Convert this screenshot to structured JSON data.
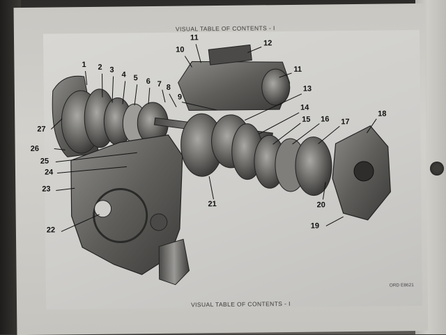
{
  "header_title": "VISUAL TABLE OF CONTENTS - I",
  "footer_title": "VISUAL TABLE OF CONTENTS - I",
  "plate_code": "ORD E8621",
  "callouts": [
    {
      "id": "1",
      "label": "1"
    },
    {
      "id": "2",
      "label": "2"
    },
    {
      "id": "3",
      "label": "3"
    },
    {
      "id": "4",
      "label": "4"
    },
    {
      "id": "5",
      "label": "5"
    },
    {
      "id": "6",
      "label": "6"
    },
    {
      "id": "7",
      "label": "7"
    },
    {
      "id": "8",
      "label": "8"
    },
    {
      "id": "9",
      "label": "9"
    },
    {
      "id": "10",
      "label": "10"
    },
    {
      "id": "11a",
      "label": "11"
    },
    {
      "id": "11b",
      "label": "11"
    },
    {
      "id": "12",
      "label": "12"
    },
    {
      "id": "13",
      "label": "13"
    },
    {
      "id": "14",
      "label": "14"
    },
    {
      "id": "15",
      "label": "15"
    },
    {
      "id": "16",
      "label": "16"
    },
    {
      "id": "17",
      "label": "17"
    },
    {
      "id": "18",
      "label": "18"
    },
    {
      "id": "19",
      "label": "19"
    },
    {
      "id": "20",
      "label": "20"
    },
    {
      "id": "21",
      "label": "21"
    },
    {
      "id": "22",
      "label": "22"
    },
    {
      "id": "23",
      "label": "23"
    },
    {
      "id": "24",
      "label": "24"
    },
    {
      "id": "25",
      "label": "25"
    },
    {
      "id": "26",
      "label": "26"
    },
    {
      "id": "27",
      "label": "27"
    }
  ]
}
